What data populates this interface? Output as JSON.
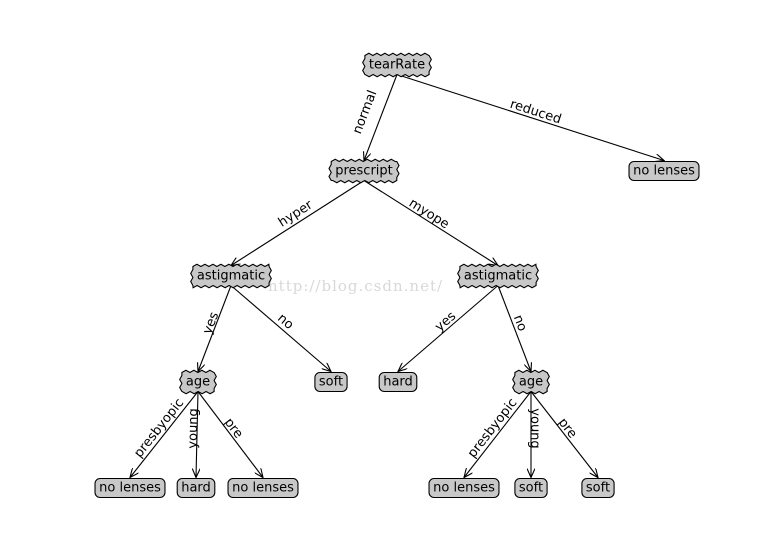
{
  "watermark": "http://blog.csdn.net/",
  "colors": {
    "node_fill": "#c8c8c8",
    "stroke": "#000000",
    "background": "#ffffff",
    "watermark": "#d8d8d8"
  },
  "tree": {
    "nodes": [
      {
        "id": "n-tearRate",
        "label": "tearRate",
        "kind": "decision"
      },
      {
        "id": "n-prescript",
        "label": "prescript",
        "kind": "decision"
      },
      {
        "id": "n-nolenses-reduced",
        "label": "no lenses",
        "kind": "leaf"
      },
      {
        "id": "n-astig-hyper",
        "label": "astigmatic",
        "kind": "decision"
      },
      {
        "id": "n-astig-myope",
        "label": "astigmatic",
        "kind": "decision"
      },
      {
        "id": "n-age-left",
        "label": "age",
        "kind": "decision"
      },
      {
        "id": "n-soft-left",
        "label": "soft",
        "kind": "leaf"
      },
      {
        "id": "n-hard-right",
        "label": "hard",
        "kind": "leaf"
      },
      {
        "id": "n-age-right",
        "label": "age",
        "kind": "decision"
      },
      {
        "id": "n-nolenses-l1",
        "label": "no lenses",
        "kind": "leaf"
      },
      {
        "id": "n-hard-l",
        "label": "hard",
        "kind": "leaf"
      },
      {
        "id": "n-nolenses-l2",
        "label": "no lenses",
        "kind": "leaf"
      },
      {
        "id": "n-nolenses-r",
        "label": "no lenses",
        "kind": "leaf"
      },
      {
        "id": "n-soft-r1",
        "label": "soft",
        "kind": "leaf"
      },
      {
        "id": "n-soft-r2",
        "label": "soft",
        "kind": "leaf"
      }
    ],
    "edges": [
      {
        "from": "n-tearRate",
        "to": "n-prescript",
        "label": "normal"
      },
      {
        "from": "n-tearRate",
        "to": "n-nolenses-reduced",
        "label": "reduced"
      },
      {
        "from": "n-prescript",
        "to": "n-astig-hyper",
        "label": "hyper"
      },
      {
        "from": "n-prescript",
        "to": "n-astig-myope",
        "label": "myope"
      },
      {
        "from": "n-astig-hyper",
        "to": "n-age-left",
        "label": "yes"
      },
      {
        "from": "n-astig-hyper",
        "to": "n-soft-left",
        "label": "no"
      },
      {
        "from": "n-astig-myope",
        "to": "n-hard-right",
        "label": "yes"
      },
      {
        "from": "n-astig-myope",
        "to": "n-age-right",
        "label": "no"
      },
      {
        "from": "n-age-left",
        "to": "n-nolenses-l1",
        "label": "presbyopic"
      },
      {
        "from": "n-age-left",
        "to": "n-hard-l",
        "label": "young"
      },
      {
        "from": "n-age-left",
        "to": "n-nolenses-l2",
        "label": "pre"
      },
      {
        "from": "n-age-right",
        "to": "n-nolenses-r",
        "label": "presbyopic"
      },
      {
        "from": "n-age-right",
        "to": "n-soft-r1",
        "label": "young"
      },
      {
        "from": "n-age-right",
        "to": "n-soft-r2",
        "label": "pre"
      }
    ]
  }
}
